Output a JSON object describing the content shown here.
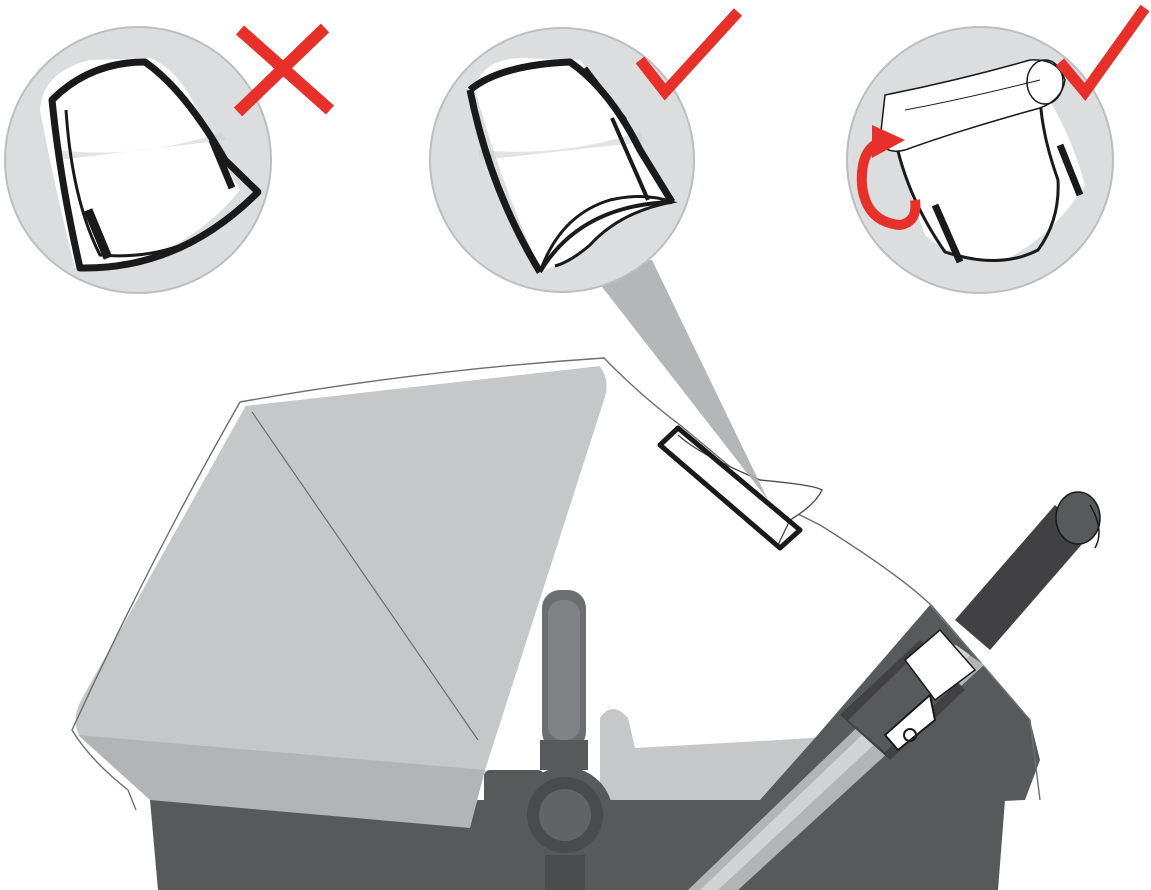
{
  "diagram": {
    "panels": [
      {
        "id": "panel-folded-wrong",
        "verdict": "incorrect",
        "symbol": "cross-mark"
      },
      {
        "id": "panel-open-correct",
        "verdict": "correct",
        "symbol": "check-mark"
      },
      {
        "id": "panel-rolled-correct",
        "verdict": "correct",
        "symbol": "check-mark"
      }
    ],
    "subject": "stroller-bassinet-with-rain-cover",
    "callout_from": "panel-open-correct",
    "callout_to": "rain-cover-window-flap",
    "icons": [
      "cross-mark-icon",
      "check-mark-icon",
      "rotate-arrow-icon"
    ],
    "colors": {
      "mark_red": "#e8302a",
      "bassinet_body": "#58595b",
      "canopy": "#c6c7c8",
      "inset_circle": "#dcdddf",
      "inset_ring": "#bdbec0",
      "outline": "#1a1a1a"
    }
  }
}
